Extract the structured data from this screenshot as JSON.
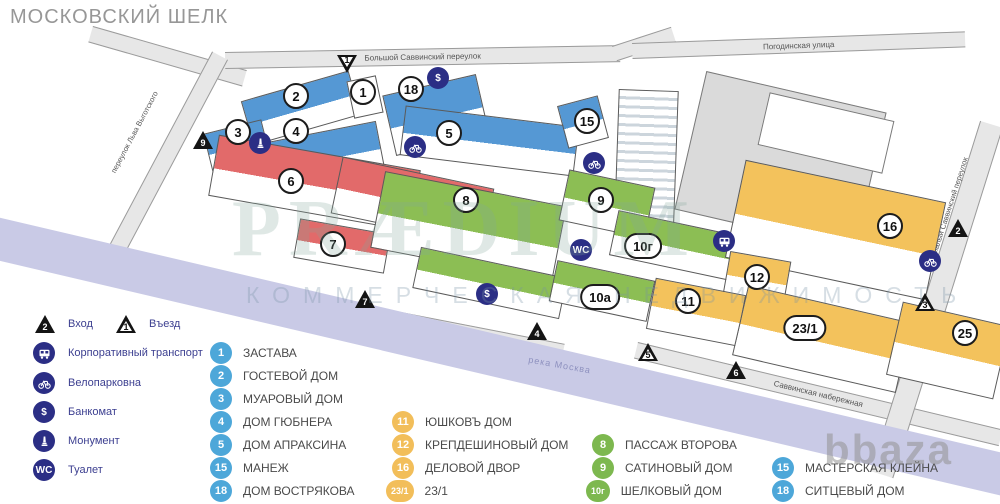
{
  "title": "Московский шелк",
  "watermark": {
    "brand": "PRÆDIUM",
    "subtitle": "КОММЕРЧЕСКАЯ НЕДВИЖИМОСТЬ",
    "site": "bbaza"
  },
  "map": {
    "streets": {
      "bolshoy_savvinsky": "Большой Саввинский переулок",
      "pogodinskaya": "Погодинская улица",
      "lva_vygotskogo": "переулок Льва Выготского",
      "savvinskaya_1": "Саввинская набережная",
      "savvinskaya_2": "Саввинская набережная",
      "maly_savvinsky": "Малый Саввинский переулок",
      "river": "река Москва"
    },
    "markers": {
      "b1": "1",
      "b2": "2",
      "b3": "3",
      "b4": "4",
      "b5": "5",
      "b6": "6",
      "b7": "7",
      "b8": "8",
      "b9": "9",
      "b10g": "10г",
      "b10a": "10а",
      "b11": "11",
      "b12": "12",
      "b15": "15",
      "b16": "16",
      "b18": "18",
      "b23": "23/1",
      "b25": "25"
    },
    "entrances": {
      "in1": "1",
      "in3": "3",
      "in5": "5",
      "e2": "2",
      "e4": "4",
      "e6": "6",
      "e7": "7",
      "e9": "9"
    },
    "icons": {
      "wc": "WC",
      "atm": "$"
    }
  },
  "facilities": [
    {
      "name": "Вход"
    },
    {
      "name": "Въезд"
    },
    {
      "name": "Корпоративный транспорт"
    },
    {
      "name": "Велопарковна"
    },
    {
      "name": "Банкомат"
    },
    {
      "name": "Монумент"
    },
    {
      "name": "Туалет"
    }
  ],
  "facility_triangle_labels": {
    "entrance": "2",
    "drivein": "1"
  },
  "buildings_legend": {
    "group_blue": [
      {
        "num": "1",
        "name": "ЗАСТАВА"
      },
      {
        "num": "2",
        "name": "ГОСТЕВОЙ ДОМ"
      },
      {
        "num": "3",
        "name": "МУАРОВЫЙ ДОМ"
      },
      {
        "num": "4",
        "name": "ДОМ ГЮБНЕРА"
      },
      {
        "num": "5",
        "name": "ДОМ АПРАКСИНА"
      },
      {
        "num": "15",
        "name": "МАНЕЖ"
      },
      {
        "num": "18",
        "name": "ДОМ ВОСТРЯКОВА"
      }
    ],
    "group_yellow": [
      {
        "num": "11",
        "name": "ЮШКОВЪ ДОМ"
      },
      {
        "num": "12",
        "name": "КРЕПДЕШИНОВЫЙ ДОМ"
      },
      {
        "num": "16",
        "name": "ДЕЛОВОЙ ДВОР"
      },
      {
        "num": "23/1",
        "name": "23/1"
      }
    ],
    "group_green": [
      {
        "num": "8",
        "name": "ПАССАЖ ВТОРОВА"
      },
      {
        "num": "9",
        "name": "САТИНОВЫЙ ДОМ"
      },
      {
        "num": "10г",
        "name": "ШЕЛКОВЫЙ ДОМ"
      }
    ],
    "group_blue2": [
      {
        "num": "15",
        "name": "МАСТЕРСКАЯ КЛЕЙНА"
      },
      {
        "num": "18",
        "name": "СИТЦЕВЫЙ ДОМ"
      }
    ]
  },
  "colors": {
    "blue": "#5598d4",
    "red": "#e26a6a",
    "green": "#8cbe54",
    "yellow": "#f3c25c",
    "icon_blue": "#2b2e85",
    "river": "#c9cae6"
  }
}
